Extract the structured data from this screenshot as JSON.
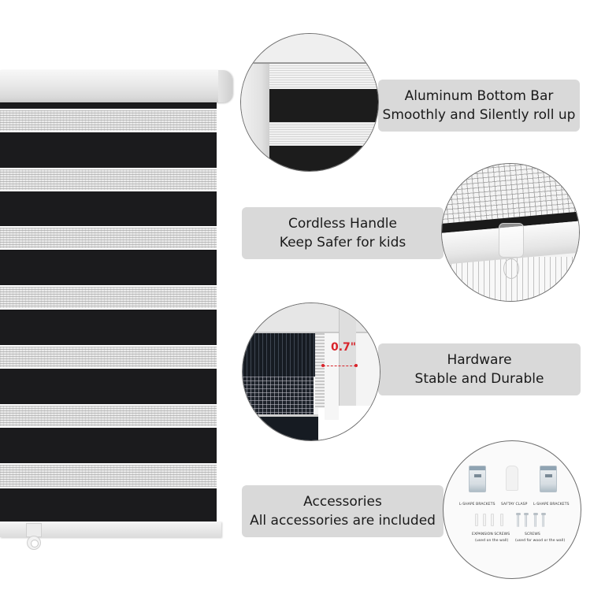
{
  "product": {
    "type": "zebra roller blind",
    "fabric_colors": {
      "dark_band": "#1b1b1d",
      "sheer_band": "#eaeaea"
    },
    "label_box_color": "#d9d9d9",
    "accent_color": "#d8232a"
  },
  "blind": {
    "stripes_top": [
      138,
      213,
      287,
      362,
      438,
      513,
      588
    ],
    "stripe_height": 30
  },
  "features": [
    {
      "id": "bottom-bar",
      "title": "Aluminum Bottom Bar",
      "subtitle": "Smoothly and Silently roll up"
    },
    {
      "id": "cordless-handle",
      "title": "Cordless Handle",
      "subtitle": "Keep Safer for kids"
    },
    {
      "id": "hardware",
      "title": "Hardware",
      "subtitle": "Stable and Durable",
      "measurement": "0.7\""
    },
    {
      "id": "accessories",
      "title": "Accessories",
      "subtitle": "All accessories are included"
    }
  ],
  "accessories": {
    "bracket_left_label": "L-SHAPE BRACKETS",
    "clasp_label": "SAFTAY CLASP",
    "bracket_right_label": "L-SHAPE BRACKETS",
    "expansion_screws_label": "EXPANSION SCREWS",
    "expansion_screws_note": "(used on the wall)",
    "screws_label": "SCREWS",
    "screws_note": "(used for wood or the wall)"
  }
}
